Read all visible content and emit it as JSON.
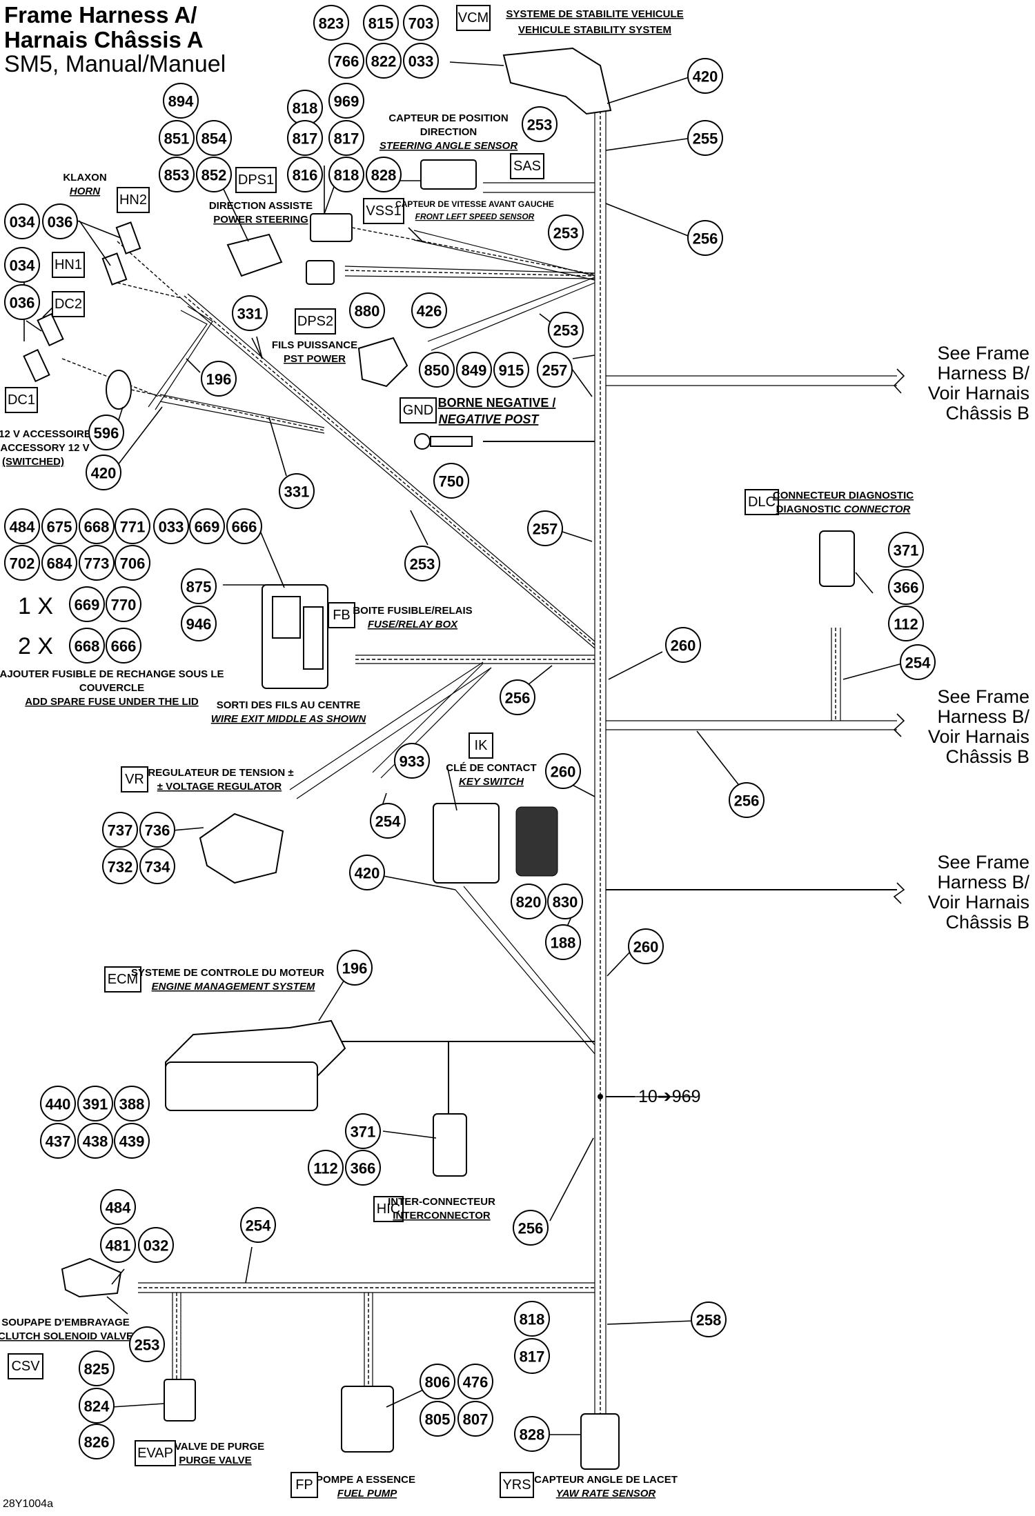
{
  "title": {
    "line1": "Frame Harness A/",
    "line2": "Harnais Châssis A",
    "line3": "SM5, Manual/Manuel"
  },
  "see_frame_harness_b": [
    {
      "l1": "See Frame",
      "l2": "Harness B/",
      "l3": "Voir Harnais",
      "l4": "Châssis B"
    },
    {
      "l1": "See Frame",
      "l2": "Harness B/",
      "l3": "Voir Harnais",
      "l4": "Châssis B"
    },
    {
      "l1": "See Frame",
      "l2": "Harness B/",
      "l3": "Voir Harnais",
      "l4": "Châssis B"
    }
  ],
  "drawing_code": "28Y1004a",
  "ground_note": "10➔969",
  "multipliers": {
    "x1": "1 X",
    "x2": "2 X"
  },
  "components": {
    "vcm": {
      "code": "VCM",
      "fr": "SYSTEME DE STABILITE VEHICULE",
      "en": "VEHICULE STABILITY SYSTEM"
    },
    "sas": {
      "code": "SAS",
      "fr1": "CAPTEUR DE POSITION",
      "fr2": "DIRECTION",
      "en": "STEERING ANGLE SENSOR"
    },
    "vss1": {
      "code": "VSS1",
      "fr": "CAPTEUR DE VITESSE AVANT GAUCHE",
      "en": "FRONT LEFT SPEED SENSOR"
    },
    "dps1": {
      "code": "DPS1",
      "fr": "DIRECTION ASSISTE",
      "en": "POWER STEERING"
    },
    "hn2": {
      "code": "HN2",
      "fr": "KLAXON",
      "en": "HORN"
    },
    "hn1": {
      "code": "HN1"
    },
    "dc2": {
      "code": "DC2"
    },
    "dc1": {
      "code": "DC1",
      "fr": "12 V ACCESSOIRE",
      "en": "ACCESSORY 12 V",
      "note": "(SWITCHED)"
    },
    "dps2": {
      "code": "DPS2",
      "fr": "FILS PUISSANCE",
      "en": "PST POWER"
    },
    "gnd": {
      "code": "GND",
      "fr": "BORNE NEGATIVE /",
      "en": "NEGATIVE POST"
    },
    "dlc": {
      "code": "DLC",
      "fr": "CONNECTEUR DIAGNOSTIC",
      "en_a": "DIAGNOSTIC ",
      "en_b": "CONNECTOR"
    },
    "fb": {
      "code": "FB",
      "fr": "BOITE FUSIBLE/RELAIS",
      "en": "FUSE/RELAY BOX",
      "note_fr1": "AJOUTER FUSIBLE DE RECHANGE SOUS LE",
      "note_fr2": "COUVERCLE",
      "note_en": "ADD SPARE FUSE UNDER THE LID",
      "exit_fr": "SORTI DES FILS AU CENTRE",
      "exit_en": "WIRE EXIT MIDDLE AS SHOWN"
    },
    "ik": {
      "code": "IK",
      "fr": "CLÉ DE CONTACT",
      "en": "KEY SWITCH"
    },
    "vr": {
      "code": "VR",
      "fr": "REGULATEUR DE TENSION ±",
      "en": "± VOLTAGE REGULATOR"
    },
    "ecm": {
      "code": "ECM",
      "fr": "SYSTEME DE CONTROLE DU MOTEUR",
      "en": "ENGINE MANAGEMENT SYSTEM"
    },
    "hic": {
      "code": "HIC",
      "fr": "INTER-CONNECTEUR",
      "en": "INTERCONNECTOR"
    },
    "csv": {
      "code": "CSV",
      "fr": "SOUPAPE D'EMBRAYAGE",
      "en": "CLUTCH SOLENOID VALVE"
    },
    "evap": {
      "code": "EVAP",
      "fr": "VALVE DE PURGE",
      "en": "PURGE VALVE"
    },
    "fp": {
      "code": "FP",
      "fr": "POMPE A ESSENCE",
      "en": "FUEL PUMP"
    },
    "yrs": {
      "code": "YRS",
      "fr": "CAPTEUR ANGLE DE LACET",
      "en": "YAW RATE SENSOR"
    }
  },
  "callouts": [
    "823",
    "815",
    "703",
    "766",
    "822",
    "033",
    "420",
    "894",
    "851",
    "854",
    "853",
    "852",
    "818",
    "969",
    "817",
    "817",
    "816",
    "818",
    "828",
    "253",
    "255",
    "256",
    "034",
    "036",
    "034",
    "036",
    "253",
    "880",
    "426",
    "253",
    "331",
    "196",
    "596",
    "420",
    "331",
    "850",
    "849",
    "915",
    "257",
    "750",
    "484",
    "675",
    "668",
    "771",
    "033",
    "669",
    "666",
    "702",
    "684",
    "773",
    "706",
    "253",
    "257",
    "875",
    "946",
    "669",
    "770",
    "668",
    "666",
    "371",
    "366",
    "112",
    "254",
    "260",
    "256",
    "256",
    "737",
    "736",
    "732",
    "734",
    "933",
    "260",
    "254",
    "420",
    "820",
    "830",
    "188",
    "260",
    "196",
    "440",
    "391",
    "388",
    "437",
    "438",
    "439",
    "371",
    "112",
    "366",
    "256",
    "484",
    "481",
    "032",
    "254",
    "253",
    "825",
    "824",
    "826",
    "806",
    "476",
    "805",
    "807",
    "818",
    "817",
    "828",
    "258"
  ]
}
